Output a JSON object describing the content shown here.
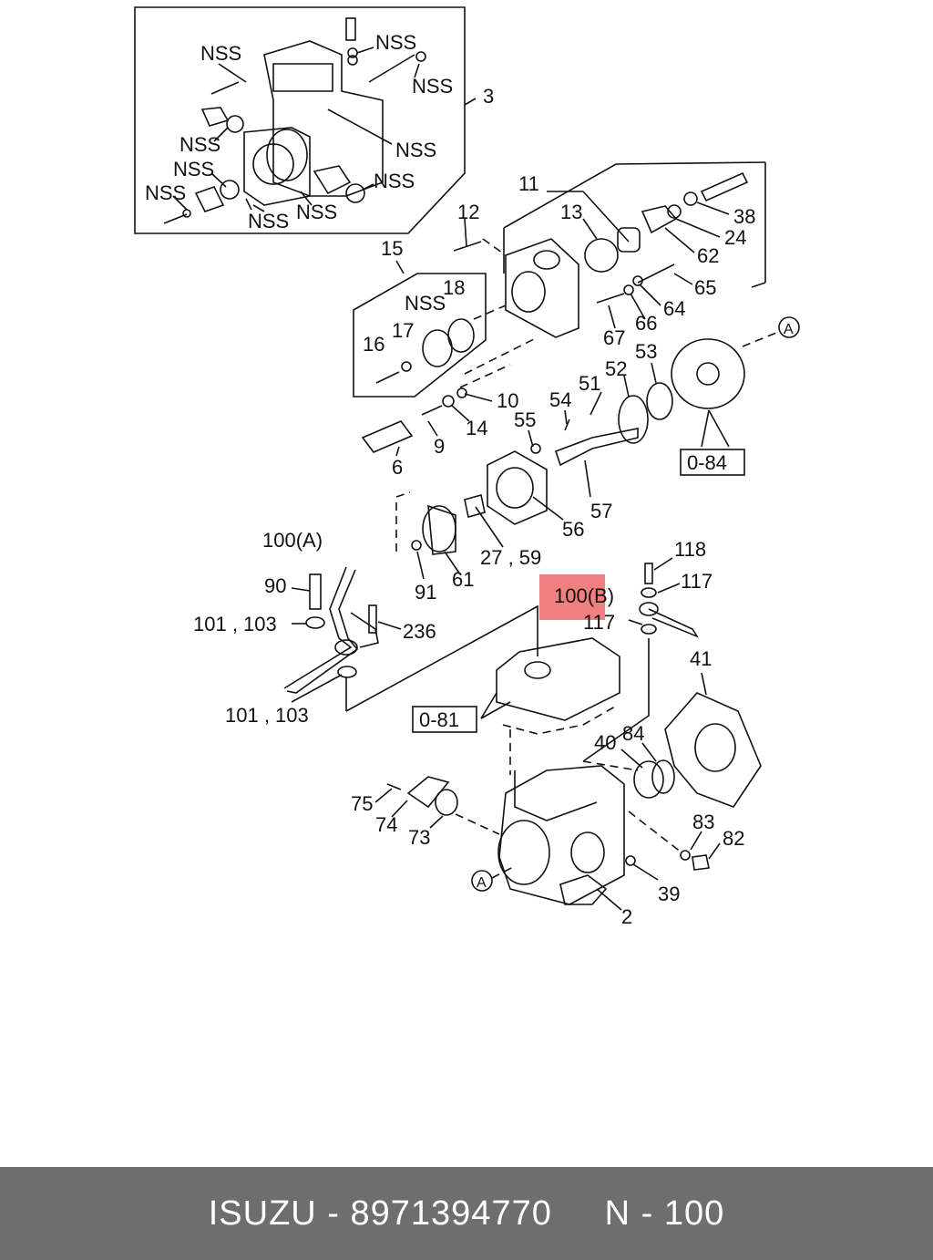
{
  "diagram": {
    "labels": {
      "nss_1": "NSS",
      "nss_2": "NSS",
      "nss_3": "NSS",
      "nss_4": "NSS",
      "nss_5": "NSS",
      "nss_6": "NSS",
      "nss_7": "NSS",
      "nss_8": "NSS",
      "nss_9": "NSS",
      "nss_10": "NSS",
      "nss_11": "NSS",
      "p3": "3",
      "p11": "11",
      "p12": "12",
      "p13": "13",
      "p38": "38",
      "p24": "24",
      "p62": "62",
      "p65": "65",
      "p64": "64",
      "p66": "66",
      "p67": "67",
      "p15": "15",
      "p18": "18",
      "p16": "16",
      "p17": "17",
      "p10": "10",
      "p14": "14",
      "p9": "9",
      "p6": "6",
      "p54": "54",
      "p51": "51",
      "p52": "52",
      "p53": "53",
      "p55": "55",
      "p57": "57",
      "p56": "56",
      "p27_59": "27 , 59",
      "p91": "91",
      "p61": "61",
      "p100a": "100(A)",
      "p90": "90",
      "p101_103_a": "101 , 103",
      "p236": "236",
      "p101_103_b": "101 , 103",
      "p118": "118",
      "p117_a": "117",
      "p100b": "100(B)",
      "p117_b": "117",
      "p41": "41",
      "p0_81": "0-81",
      "p0_84": "0-84",
      "p40": "40",
      "p84": "84",
      "p75": "75",
      "p74": "74",
      "p73": "73",
      "p83": "83",
      "p82": "82",
      "p39": "39",
      "p2": "2",
      "ref_a_top": "A",
      "ref_a_bottom": "A"
    },
    "highlight": {
      "part": "100(B)",
      "color": "#f08080"
    }
  },
  "footer": {
    "brand": "ISUZU",
    "separator": "-",
    "part_number": "8971394770",
    "position_prefix": "N",
    "position_number": "100",
    "background": "#6e6e6e",
    "text_color": "#ffffff"
  }
}
